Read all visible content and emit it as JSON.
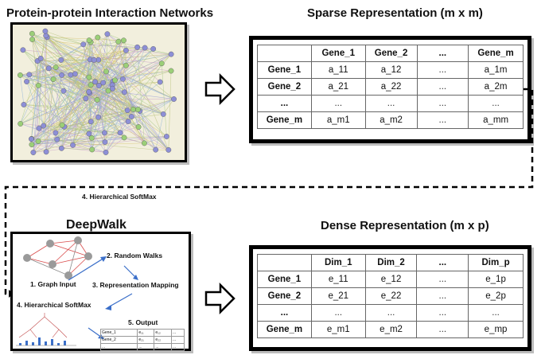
{
  "titles": {
    "ppi": "Protein-protein Interaction Networks",
    "sparse": "Sparse Representation (m x m)",
    "deepwalk": "DeepWalk",
    "dense": "Dense Representation (m x p)"
  },
  "edge_label": "4. Hierarchical SoftMax",
  "sparse_table": {
    "header": [
      "",
      "Gene_1",
      "Gene_2",
      "...",
      "Gene_m"
    ],
    "rows": [
      [
        "Gene_1",
        "a_11",
        "a_12",
        "...",
        "a_1m"
      ],
      [
        "Gene_2",
        "a_21",
        "a_22",
        "...",
        "a_2m"
      ],
      [
        "...",
        "...",
        "...",
        "...",
        "..."
      ],
      [
        "Gene_m",
        "a_m1",
        "a_m2",
        "...",
        "a_mm"
      ]
    ]
  },
  "dense_table": {
    "header": [
      "",
      "Dim_1",
      "Dim_2",
      "...",
      "Dim_p"
    ],
    "rows": [
      [
        "Gene_1",
        "e_11",
        "e_12",
        "...",
        "e_1p"
      ],
      [
        "Gene_2",
        "e_21",
        "e_22",
        "...",
        "e_2p"
      ],
      [
        "...",
        "...",
        "...",
        "...",
        "..."
      ],
      [
        "Gene_m",
        "e_m1",
        "e_m2",
        "...",
        "e_mp"
      ]
    ]
  },
  "deepwalk_steps": {
    "s1": "1. Graph Input",
    "s2": "2. Random Walks",
    "s3": "3. Representation Mapping",
    "s4": "4. Hierarchical SoftMax",
    "s5": "5. Output"
  },
  "mini_table": {
    "rows": [
      [
        "Gene_1",
        "e₁₁",
        "e₁₂",
        "..."
      ],
      [
        "Gene_2",
        "e₂₁",
        "e₂₂",
        "..."
      ],
      [
        "...",
        "...",
        "...",
        "..."
      ]
    ]
  },
  "colors": {
    "node_purple": "#8d8fd6",
    "node_green": "#9bcf78",
    "edge_red": "#d94a4a",
    "arrow_blue": "#3b6fc9"
  }
}
